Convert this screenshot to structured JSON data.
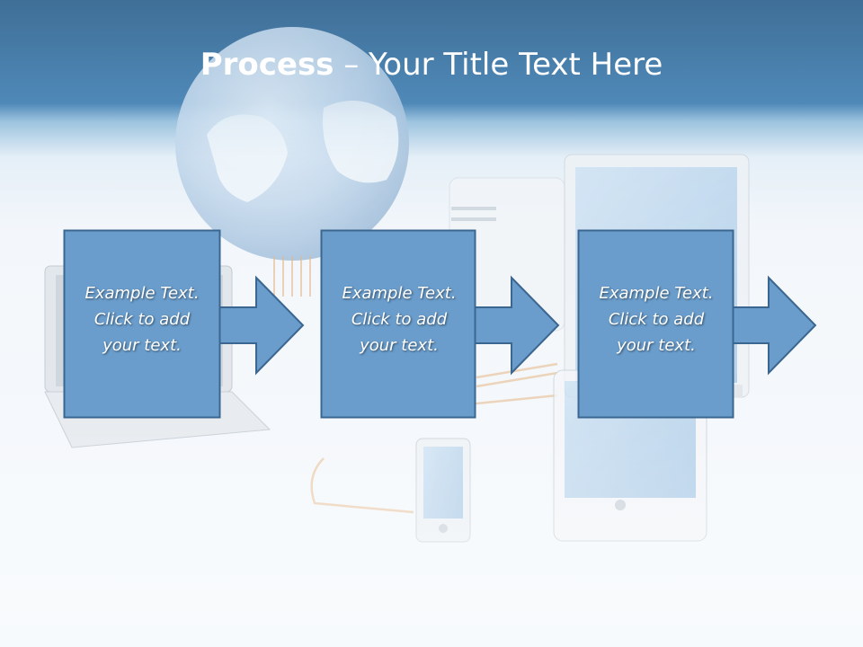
{
  "title": {
    "bold": "Process",
    "rest": " – Your Title Text Here"
  },
  "steps": [
    {
      "lines": [
        "Example Text.",
        "Click  to add",
        "your text."
      ]
    },
    {
      "lines": [
        "Example Text.",
        "Click  to add",
        "your text."
      ]
    },
    {
      "lines": [
        "Example Text.",
        "Click  to add",
        "your text."
      ]
    }
  ],
  "colors": {
    "header_dark": "#3f6f97",
    "header_mid": "#4f89b8",
    "box_fill": "#6a9dcc",
    "box_stroke": "#3b6690"
  }
}
